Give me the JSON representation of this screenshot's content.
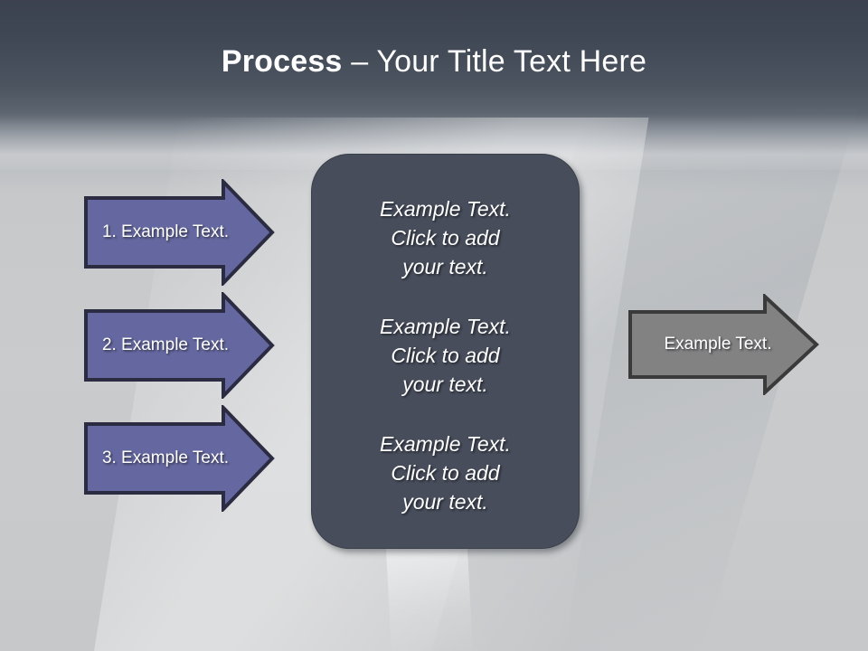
{
  "slide": {
    "title": {
      "bold_part": "Process",
      "rest_part": " – Your Title Text Here"
    },
    "colors": {
      "title_text": "#ffffff",
      "background_top": "#3f4754",
      "background_bottom": "#c8cacc",
      "step_arrow_fill": "#6568a0",
      "step_arrow_outline": "#2b2b42",
      "output_arrow_fill": "#828282",
      "output_arrow_outline": "#3a3a3a",
      "center_panel_fill": "#474d5b",
      "center_panel_outline": "#3a4049"
    },
    "step_arrows": [
      {
        "label": "1. Example Text."
      },
      {
        "label": "2. Example Text."
      },
      {
        "label": "3. Example Text."
      }
    ],
    "center_panel": {
      "blocks": [
        {
          "text": "Example Text.\nClick  to add\nyour text."
        },
        {
          "text": "Example Text.\nClick  to add\nyour text."
        },
        {
          "text": "Example Text.\nClick  to add\nyour text."
        }
      ]
    },
    "output_arrow": {
      "label": "Example Text."
    }
  }
}
